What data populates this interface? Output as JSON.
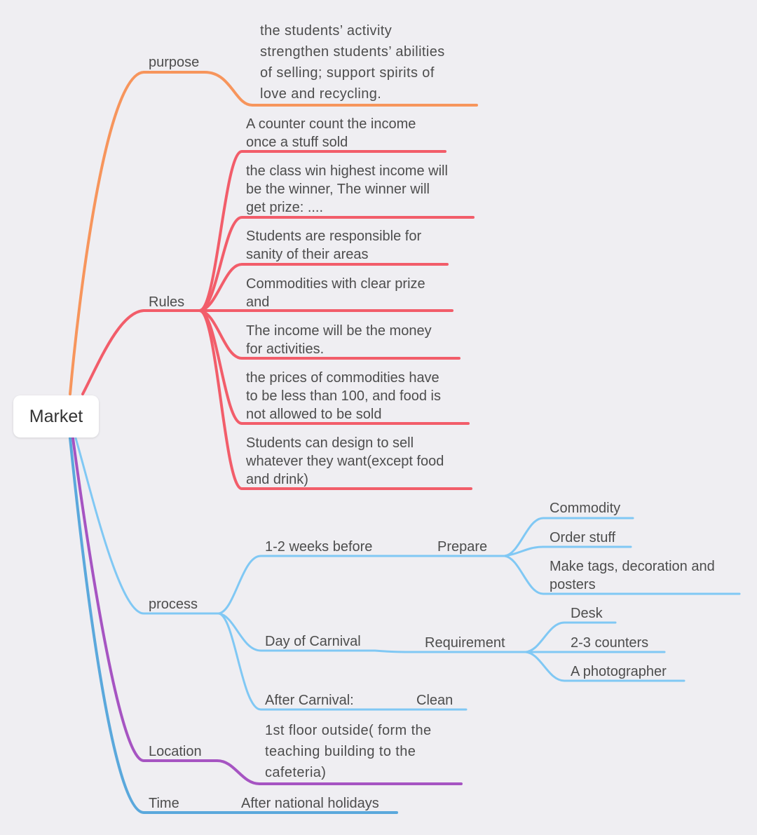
{
  "root": {
    "label": "Market"
  },
  "colors": {
    "purpose": "#f7955c",
    "rules": "#f25d6a",
    "process": "#80c8f4",
    "location": "#a654c2",
    "time": "#5aa8dc",
    "background": "#efeef2"
  },
  "branches": {
    "purpose": {
      "label": "purpose",
      "detail": [
        " the students’ activity",
        "strengthen students’ abilities",
        "of selling; support spirits of",
        "love and recycling."
      ]
    },
    "rules": {
      "label": "Rules",
      "items": [
        [
          " A counter count the income",
          "once a stuff sold"
        ],
        [
          "the class win highest income will",
          "be the winner, The winner will",
          "get prize: ...."
        ],
        [
          "Students are responsible for",
          "sanity of their areas"
        ],
        [
          "Commodities with clear prize",
          "and"
        ],
        [
          "The income will be the money",
          "for activities."
        ],
        [
          "the prices of commodities have",
          "to be less than 100, and food is",
          "not allowed to be sold"
        ],
        [
          "Students can design to sell",
          "whatever they want(except food",
          "and drink)"
        ]
      ]
    },
    "process": {
      "label": "process",
      "stages": [
        {
          "label": "1-2 weeks before",
          "child": "Prepare",
          "items": [
            "Commodity",
            "Order stuff",
            [
              "Make tags, decoration and",
              "posters"
            ]
          ]
        },
        {
          "label": "Day of Carnival",
          "child": "Requirement",
          "items": [
            "Desk",
            "2-3 counters",
            "A photographer"
          ]
        },
        {
          "label": "After Carnival:",
          "child": "Clean"
        }
      ]
    },
    "location": {
      "label": "Location",
      "detail": [
        "1st floor outside( form the",
        "teaching building to the",
        "cafeteria)"
      ]
    },
    "time": {
      "label": "Time",
      "detail": "After national holidays"
    }
  }
}
